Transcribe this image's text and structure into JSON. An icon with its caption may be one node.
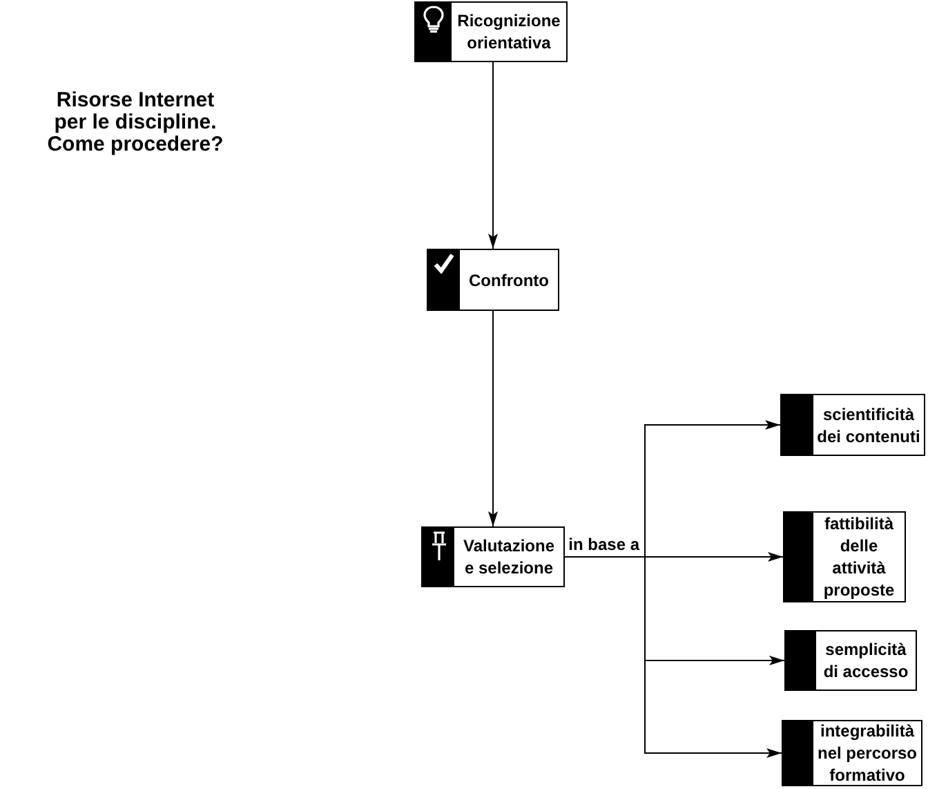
{
  "diagram": {
    "title": "Risorse Internet per le discipline. Come procedere?",
    "nodes": [
      {
        "text": [
          "Ricognizione orientativa"
        ]
      },
      {
        "text": [
          "Confronto"
        ]
      },
      {
        "text": [
          "Valutazione e selezione"
        ]
      },
      {
        "text": [
          "scientificità dei contenuti"
        ]
      },
      {
        "text": [
          "fattibilità delle attività proposte"
        ]
      },
      {
        "text": [
          "semplicità di accesso"
        ]
      },
      {
        "text": [
          "integrabilità nel percorso formativo"
        ]
      }
    ],
    "edges": [
      {
        "from": 0,
        "to": 1,
        "arrow": "to"
      },
      {
        "from": 1,
        "to": 2,
        "arrow": "to"
      },
      {
        "from": 2,
        "to": 3,
        "arrow": "to"
      },
      {
        "from": 2,
        "to": 4,
        "arrow": "to",
        "label": "in base a"
      },
      {
        "from": 2,
        "to": 5,
        "arrow": "to"
      },
      {
        "from": 2,
        "to": 6,
        "arrow": "to"
      }
    ]
  }
}
